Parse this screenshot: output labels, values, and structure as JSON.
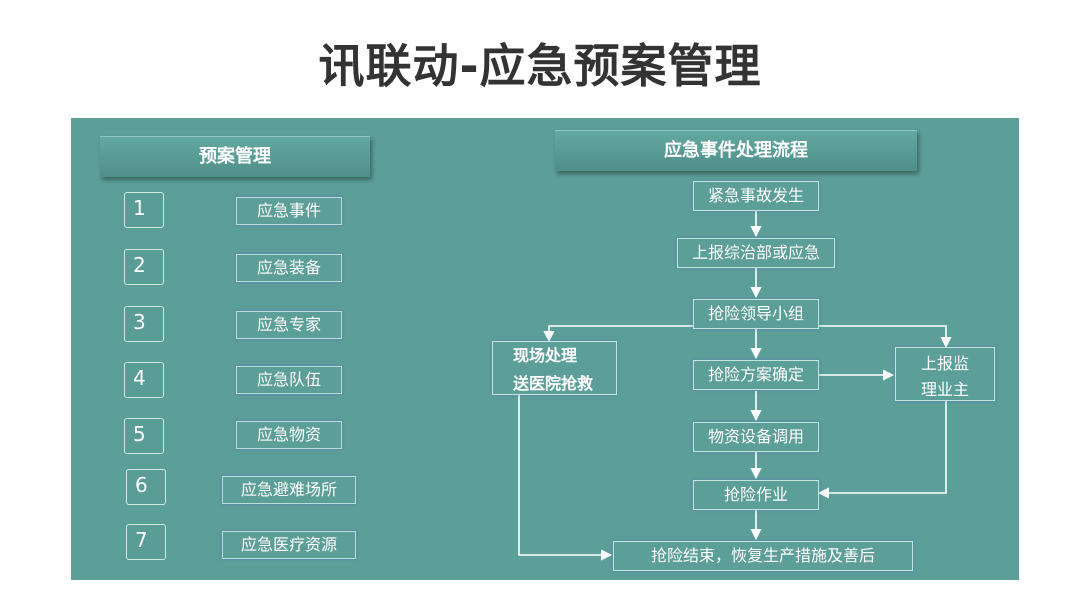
{
  "title": "讯联动-应急预案管理",
  "left": {
    "header": "预案管理",
    "items": [
      {
        "num": "1",
        "label": "应急事件"
      },
      {
        "num": "2",
        "label": "应急装备"
      },
      {
        "num": "3",
        "label": "应急专家"
      },
      {
        "num": "4",
        "label": "应急队伍"
      },
      {
        "num": "5",
        "label": "应急物资"
      },
      {
        "num": "6",
        "label": "应急避难场所"
      },
      {
        "num": "7",
        "label": "应急医疗资源"
      }
    ]
  },
  "flow": {
    "header": "应急事件处理流程",
    "step1": "紧急事故发生",
    "step2": "上报综治部或应急",
    "step3": "抢险领导小组",
    "left_line1": "现场处理",
    "left_line2": "送医院抢救",
    "step4": "抢险方案确定",
    "right_line1": "上报监",
    "right_line2": "理业主",
    "step5": "物资设备调用",
    "step6": "抢险作业",
    "step7": "抢险结束，恢复生产措施及善后"
  }
}
